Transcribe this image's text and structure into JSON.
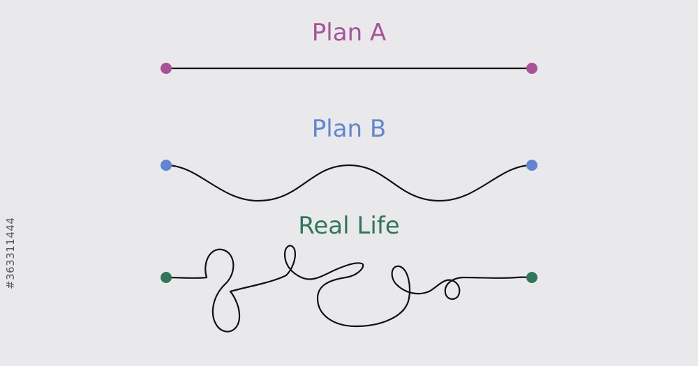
{
  "plans": [
    {
      "id": "plan-a",
      "label": "Plan A",
      "color": "#a85299"
    },
    {
      "id": "plan-b",
      "label": "Plan B",
      "color": "#5f86d3"
    },
    {
      "id": "real-life",
      "label": "Real Life",
      "color": "#2f7758"
    }
  ],
  "line_color": "#111111",
  "background_color": "#e9e9ec",
  "stock_id": "#363311444"
}
